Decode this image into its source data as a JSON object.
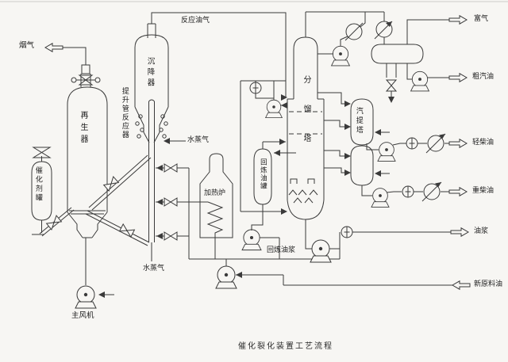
{
  "diagram": {
    "caption": "催化裂化装置工艺流程",
    "equipment": {
      "regenerator": "再生器",
      "settler": "沉降器",
      "riser_reactor": "提升管反应器",
      "catalyst_tank": "催化剂罐",
      "main_blower": "主风机",
      "furnace": "加热炉",
      "fractionator": "分馏塔",
      "recycle_oil_tank": "回炼油罐",
      "stripper": "汽提塔"
    },
    "streams": {
      "flue_gas": "烟气",
      "reaction_oil_gas": "反应油气",
      "steam_mid": "水蒸气",
      "steam_bottom": "水蒸气",
      "rich_gas": "富气",
      "crude_gasoline": "粗汽油",
      "light_diesel": "轻柴油",
      "heavy_diesel": "重柴油",
      "oil_slurry": "油浆",
      "fresh_feed_oil": "新原料油",
      "recycle_oil_slurry": "回炼油浆"
    },
    "colors": {
      "line": "#3a3a3a",
      "background": "#f7f6f3",
      "text": "#1c1c1c"
    }
  }
}
